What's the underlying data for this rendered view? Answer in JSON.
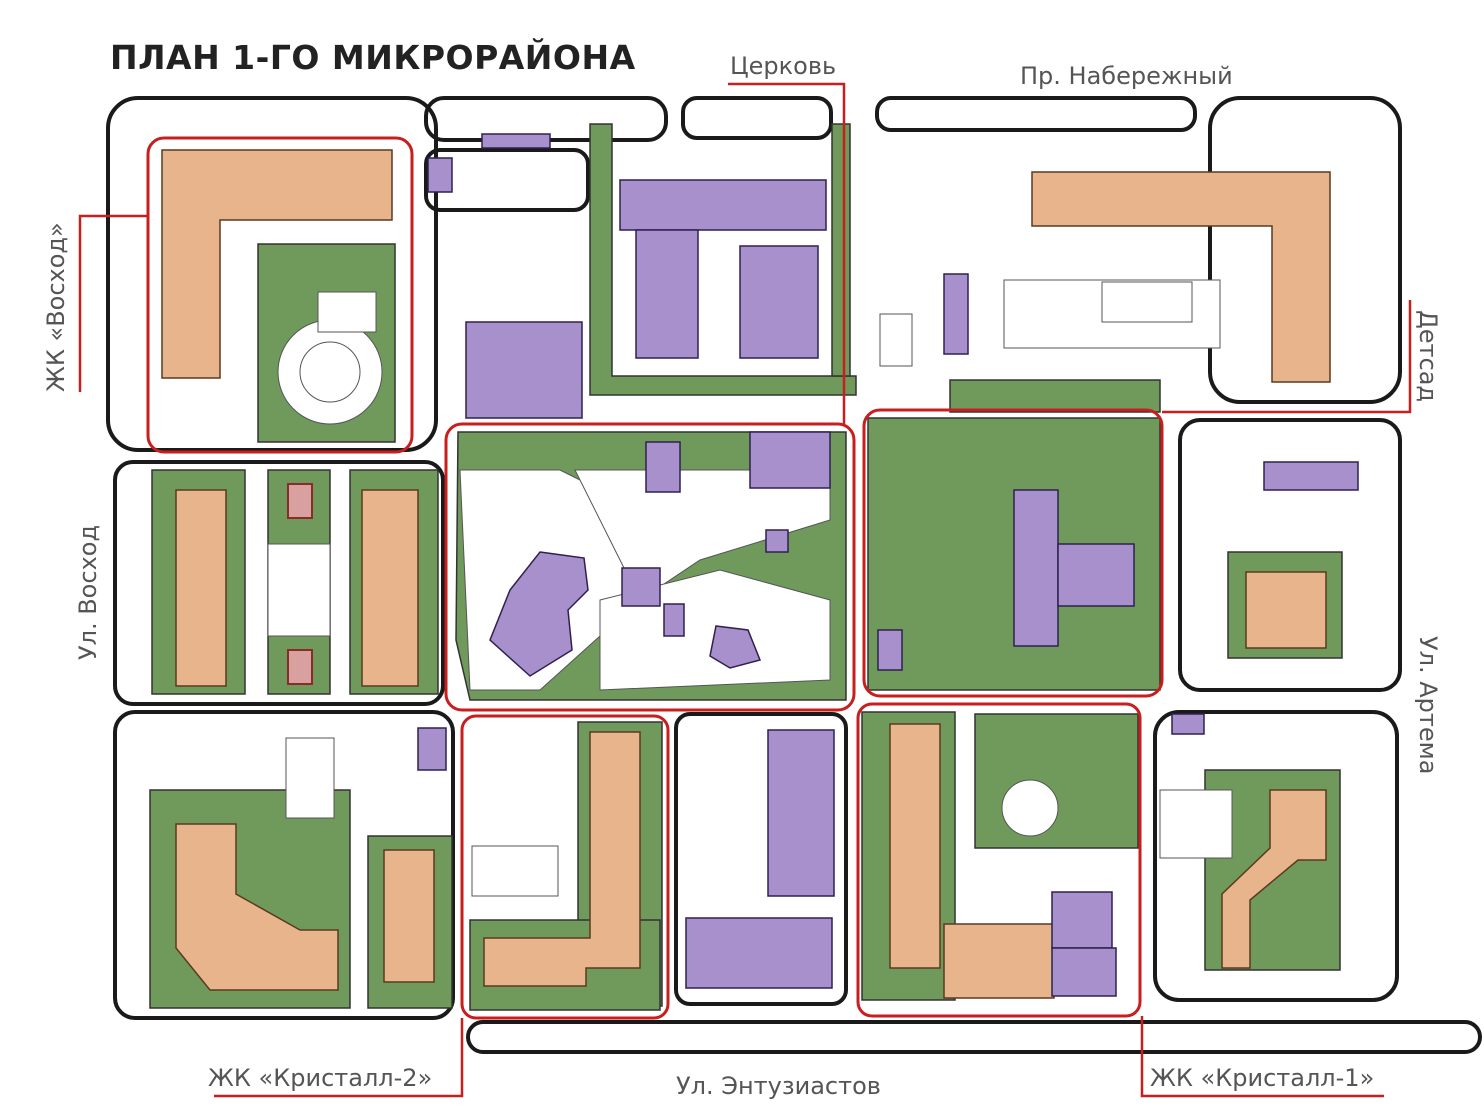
{
  "map": {
    "title": "ПЛАН 1-ГО МИКРОРАЙОНА",
    "labels": {
      "church": "Церковь",
      "embankment": "Пр. Набережный",
      "voskhod_complex": "ЖК «Восход»",
      "voskhod_street": "Ул. Восход",
      "kindergarten": "Детсад",
      "artema_street": "Ул. Артема",
      "crystal2": "ЖК «Кристалл-2»",
      "crystal1": "ЖК «Кристалл-1»",
      "entuziastov_street": "Ул. Энтузиастов"
    },
    "colors": {
      "residential": "#e7b48c",
      "public": "#a890cc",
      "green": "#6f9a5c",
      "road_outline": "#1a1a1a",
      "highlight": "#c81e1e",
      "label_text": "#555555",
      "title_text": "#222222"
    }
  }
}
